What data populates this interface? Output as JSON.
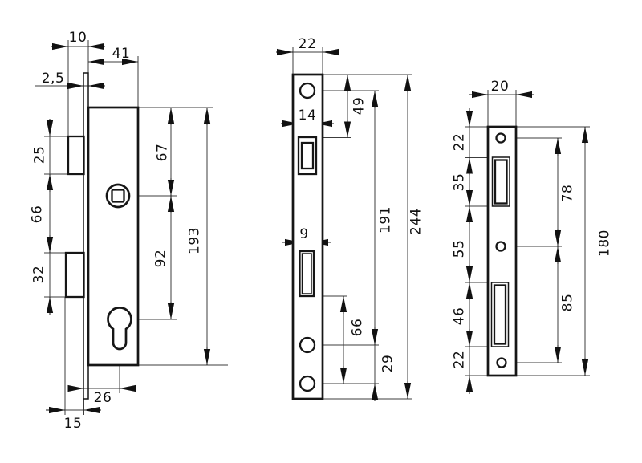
{
  "drawing": {
    "subject": "mortise-lock-dimension-drawing",
    "unit_system": "millimeters",
    "background": "#ffffff",
    "line_color": "#161616",
    "views": {
      "lock_body": {
        "name": "lock case side view",
        "dims": {
          "faceplate_offset": "10",
          "case_depth": "41",
          "faceplate_thickness": "2,5",
          "latch_height": "25",
          "latch_to_deadbolt": "66",
          "deadbolt_height": "32",
          "top_to_spindle": "67",
          "spindle_to_cylinder": "92",
          "case_height": "193",
          "cylinder_backset": "26",
          "bolt_protrusion": "15"
        }
      },
      "faceplate": {
        "name": "faceplate front view",
        "dims": {
          "width": "22",
          "latch_cutout_width": "14",
          "top_to_latch_cutout": "49",
          "deadbolt_cutout_width": "9",
          "top_to_lower_hole": "191",
          "total_height": "244",
          "deadbolt_to_lower_hole": "66",
          "hole_spacing": "29"
        }
      },
      "strike_plate": {
        "name": "strike plate front view",
        "dims": {
          "width": "20",
          "top_margin": "22",
          "latch_cutout_height": "35",
          "cutout_spacing": "55",
          "deadbolt_cutout_height": "46",
          "bottom_margin": "22",
          "top_to_middle_hole": "78",
          "middle_to_bottom_hole": "85",
          "total_height": "180"
        }
      }
    }
  }
}
